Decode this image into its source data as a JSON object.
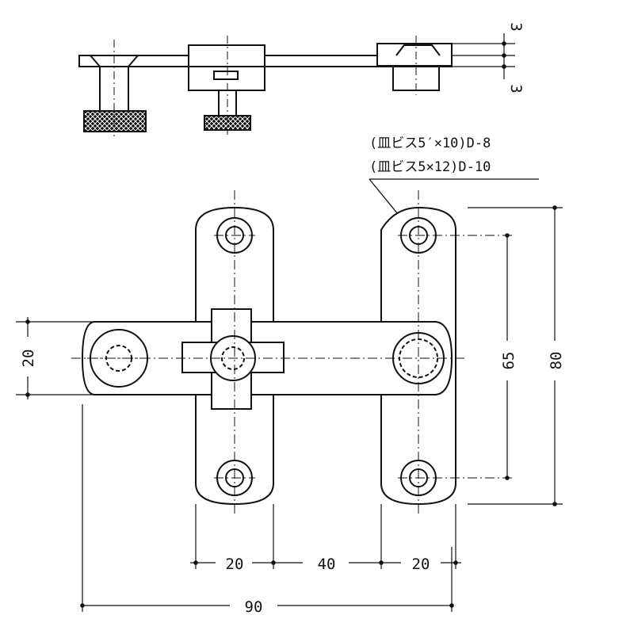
{
  "dimensions": {
    "top_thickness_upper": "3",
    "top_thickness_lower": "3",
    "bar_width": "20",
    "hole_spacing": "65",
    "overall_height": "80",
    "left_plate_width": "20",
    "center_gap": "40",
    "right_plate_width": "20",
    "overall_width": "90"
  },
  "screw_notes": [
    "(皿ビス5′×10)D-8",
    "(皿ビス5×12)D-10"
  ]
}
